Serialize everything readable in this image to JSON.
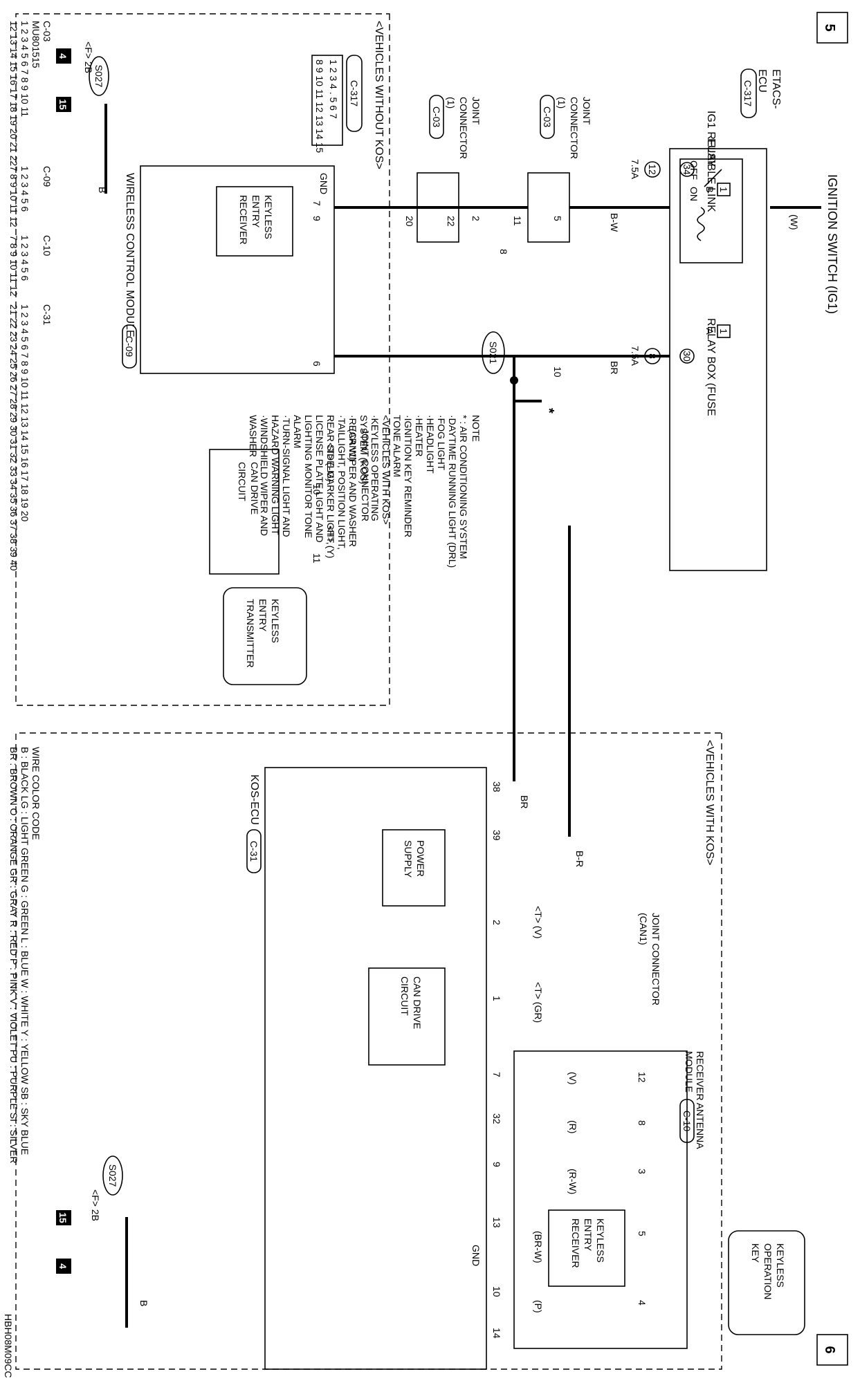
{
  "page_numbers": {
    "top": "5",
    "bottom": "6"
  },
  "code": "HBH08M09CC",
  "ignition_switch": "IGNITION SWITCH (IG1)",
  "etacs_ecu": {
    "line1": "ETACS-",
    "line2": "ECU",
    "connector": "C-317"
  },
  "fusible_link": {
    "label": "FUSIBLE LINK",
    "number": "34",
    "pin_box": "1",
    "pin_letter": "B",
    "fuse_number": "12",
    "amp": "7.5A"
  },
  "relay_box": {
    "label": "RELAY BOX (FUSE",
    "number": "30",
    "pin_box": "1",
    "pin_letter": "A",
    "fuse_number": "8",
    "amp": "7.5A"
  },
  "ig1_relay": {
    "label": "IG1 RELAY",
    "off": "OFF",
    "on": "ON"
  },
  "joint_connectors": {
    "jc1_upper": {
      "line1": "JOINT",
      "line2": "CONNECTOR",
      "line3": "(1)",
      "connector": "C-03"
    },
    "jc1_lower": {
      "line1": "JOINT",
      "line2": "CONNECTOR",
      "line3": "(1)",
      "connector": "C-03"
    },
    "can_upper": {
      "line1": "JOINT CONNECTOR",
      "line2": "(CAN1)"
    },
    "can_lower": {
      "line1": "JOINT CONNECTOR",
      "line2": "(CAN1)"
    }
  },
  "wire_colors": {
    "w": "(W)",
    "bw": "B-W",
    "br": "BR",
    "b": "B",
    "br2": "B-R",
    "v": "(V)",
    "r": "(R)",
    "rw": "(R-W)",
    "brw": "(BR-W)",
    "p": "(P)",
    "lg": "<T> (LG)",
    "y": "<T> (Y)",
    "tv": "<T> (V)",
    "tgr": "<T> (GR)"
  },
  "pins": {
    "p5": "5",
    "p11": "11",
    "p2": "2",
    "p22": "22",
    "p20": "20",
    "p9": "9",
    "p8": "8",
    "p6": "6",
    "p10": "10",
    "wcm_7": "7",
    "wcm_9": "9",
    "wcm_6": "6",
    "wcm_10": "10",
    "wcm_11": "11",
    "kos_38": "38",
    "kos_39": "39",
    "kos_2": "2",
    "kos_1": "1",
    "kos_7": "7",
    "kos_32": "32",
    "kos_9": "9",
    "kos_13": "13",
    "kos_10": "10",
    "kos_14": "14",
    "ram_12": "12",
    "ram_8": "8",
    "ram_3": "3",
    "ram_5": "5",
    "ram_4": "4"
  },
  "ground_markers": {
    "g4a": "4",
    "g15a": "15",
    "g4b": "4",
    "g15b": "15",
    "f2b": "<F> 2B",
    "splice": "S027",
    "splice_s021": "S021"
  },
  "section_headers": {
    "without_kos": "<VEHICLES WITHOUT KOS>",
    "with_kos": "<VEHICLES WITH KOS>"
  },
  "wireless_control_module": {
    "label": "WIRELESS CONTROL MODULE",
    "connector": "C-09",
    "gnd": "GND"
  },
  "keyless_entry_receiver": {
    "line1": "KEYLESS",
    "line2": "ENTRY",
    "line3": "RECEIVER"
  },
  "can_drive_circuit": {
    "line1": "CAN DRIVE",
    "line2": "CIRCUIT"
  },
  "keyless_entry_transmitter": {
    "line1": "KEYLESS",
    "line2": "ENTRY",
    "line3": "TRANSMITTER"
  },
  "kos_ecu": {
    "label": "KOS-ECU",
    "connector": "C-31",
    "gnd": "GND"
  },
  "power_supply": {
    "line1": "POWER",
    "line2": "SUPPLY"
  },
  "receiver_antenna": {
    "line1": "RECEIVER ANTENNA",
    "line2": "MODULE",
    "connector": "C-10"
  },
  "keyless_operation_key": {
    "line1": "KEYLESS",
    "line2": "OPERATION",
    "line3": "KEY"
  },
  "connector_views": {
    "c03": {
      "id": "C-03",
      "sub": "MU801515",
      "row1": "1 2 3 4 5 6 7 8 9 10 11",
      "row2": "12 13 14 15 16 17 18 19 20 21 22"
    },
    "c09": {
      "id": "C-09",
      "row1": "1 2 3 4 5 6",
      "row2": "7 8 9 10 11 12"
    },
    "c10": {
      "id": "C-10",
      "row1": "1 2 3 4 5 6",
      "row2": "7 8 9 10 11 12"
    },
    "c31": {
      "id": "C-31",
      "row1": "1 2 3 4 5 6 7 8 9 10 11 12 13 14 15 16 17 18 19 20",
      "row2": "21 22 23 24 25 26 27 28 29 30 31 32 33 34 35 36 37 38 39 40"
    },
    "c317": {
      "id": "C-317",
      "row1": "1 2 3 4 . 5 6 7",
      "row2": "8 9 10 11 12 13 14 15"
    }
  },
  "note": {
    "title": "NOTE",
    "lines": [
      "* : AIR CONDITIONING SYSTEM",
      "·DAYTIME RUNNING LIGHT (DRL)",
      "·FOG LIGHT",
      "·HEADLIGHT",
      "·HEATER",
      "·IGNITION KEY REMINDER",
      "  TONE ALARM",
      "  <VEHICLES WITH KOS>",
      "·KEYLESS OPERATING",
      "  SYSTEM (KOS)",
      "·REAR WIPER AND WASHER",
      "·TAILLIGHT, POSITION LIGHT,",
      "  REAR SIDE-MARKER LIGHT,",
      "  LICENSE PLATE LIGHT AND",
      "  LIGHTING MONITOR TONE",
      "  ALARM",
      "·TURN-SIGNAL LIGHT AND",
      "  HAZARD WARNING LIGHT",
      "·WINDSHIELD WIPER AND",
      "  WASHER"
    ]
  },
  "wire_color_code": {
    "title": "WIRE COLOR CODE",
    "line1": "B : BLACK    LG : LIGHT GREEN    G : GREEN    L : BLUE    W : WHITE    Y : YELLOW    SB : SKY BLUE",
    "line2": "BR : BROWN    O : ORANGE    GR : GRAY    R : RED    P : PINK    V : VIOLET    PU : PURPLE    SI : SILVER"
  },
  "asterisk": "*"
}
